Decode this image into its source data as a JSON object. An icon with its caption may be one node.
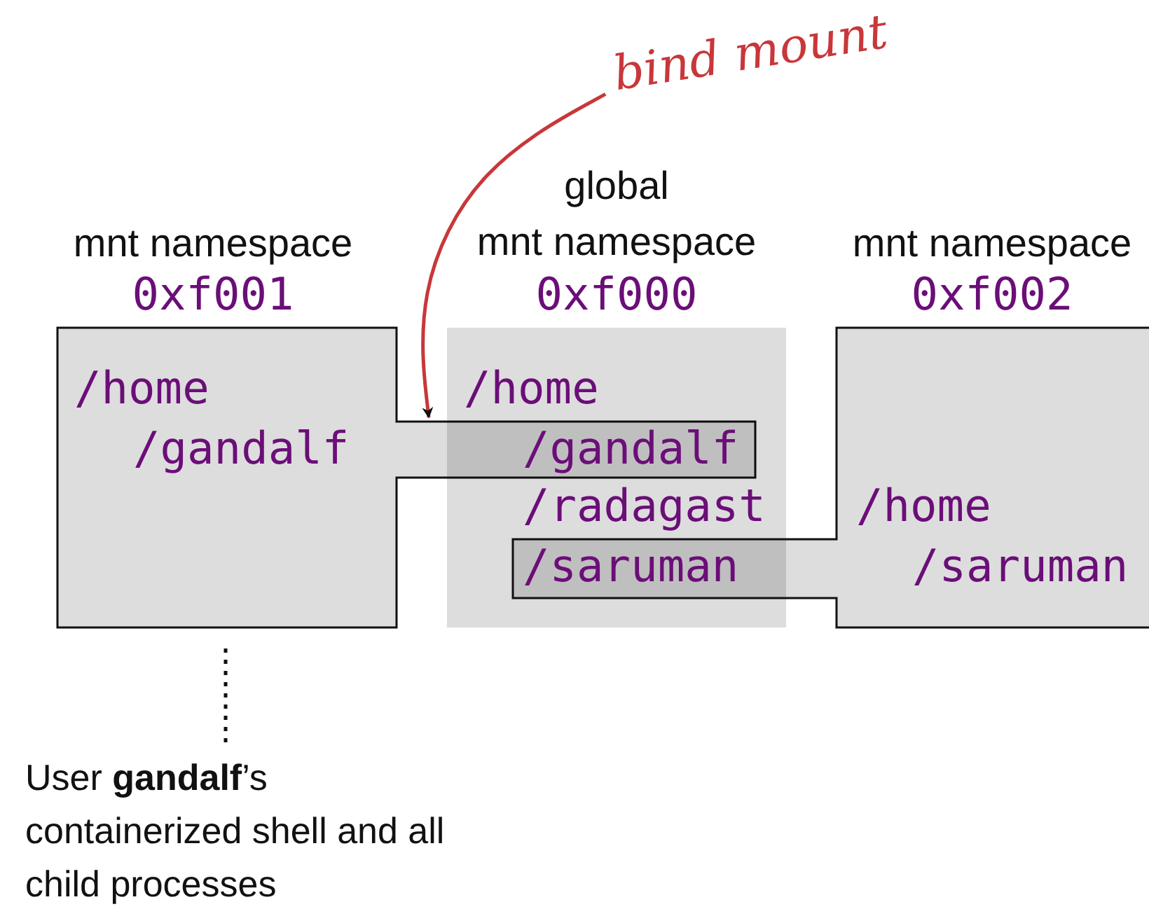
{
  "diagram": {
    "nodes": [
      {
        "text": [
          "mnt namespace",
          "0xf001",
          "/home",
          "/gandalf"
        ]
      },
      {
        "text": [
          "global mnt namespace",
          "0xf000",
          "/home",
          "/gandalf",
          "/radagast",
          "/saruman"
        ]
      },
      {
        "text": [
          "mnt namespace",
          "0xf002",
          "/home",
          "/saruman"
        ]
      },
      {
        "text": [
          "User **gandalf**’s containerized shell and all child processes"
        ]
      },
      {
        "text": [
          "bind mount"
        ]
      }
    ],
    "edges": [
      {
        "from": 3,
        "to": 0,
        "arrow": "none",
        "style": "dashed"
      },
      {
        "from": 4,
        "to": 0,
        "arrow": "to",
        "color": "#c8373a"
      }
    ]
  }
}
